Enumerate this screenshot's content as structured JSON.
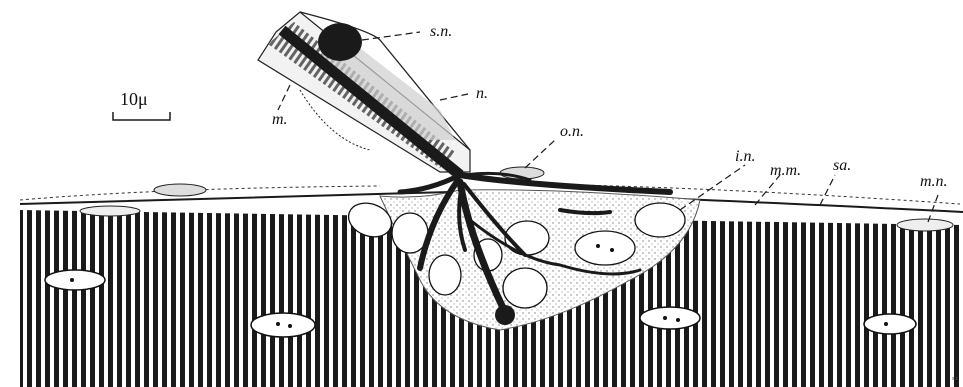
{
  "scale_bar": {
    "label": "10μ"
  },
  "labels": {
    "sn": "s.n.",
    "n": "n.",
    "m": "m.",
    "on": "o.n.",
    "in": "i.n.",
    "mm": "m.m.",
    "sa": "sa.",
    "mn": "m.n."
  },
  "colors": {
    "ink": "#1a1a1a",
    "paper": "#ffffff",
    "stipple": "#e6e6e6"
  }
}
